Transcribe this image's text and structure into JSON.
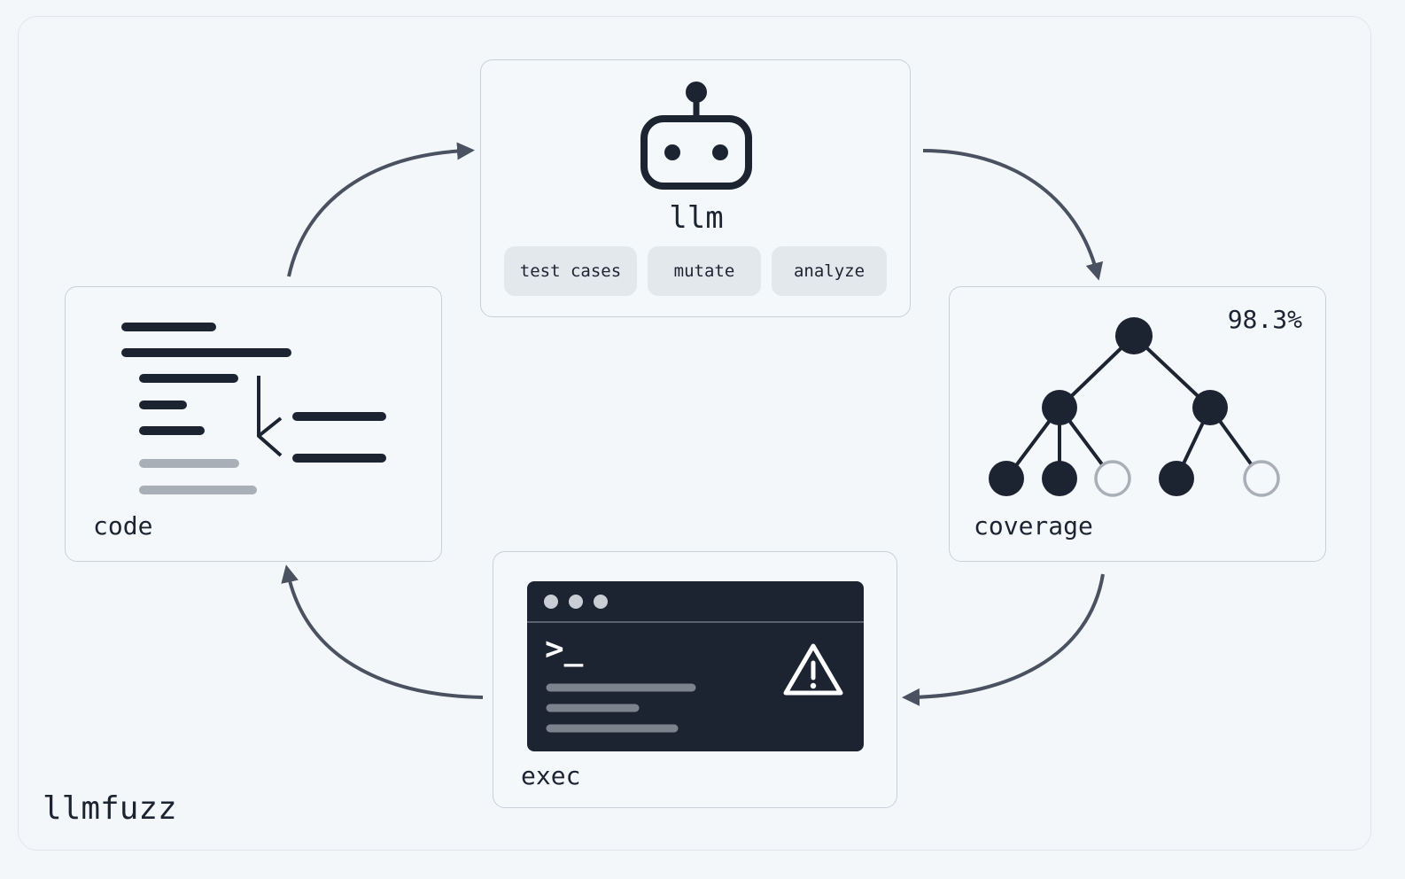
{
  "app_title": "llmfuzz",
  "llm": {
    "label": "llm",
    "chips": [
      "test cases",
      "mutate",
      "analyze"
    ]
  },
  "code": {
    "label": "code"
  },
  "coverage": {
    "label": "coverage",
    "percent": "98.3%"
  },
  "exec": {
    "label": "exec",
    "prompt": ">_"
  },
  "colors": {
    "ink": "#1c2432",
    "arrow": "#4a5261",
    "muted_line": "#a9afb7",
    "terminal_bg": "#1c2432",
    "terminal_text_line": "#7c838d"
  },
  "icons": [
    "robot-icon",
    "code-diff-icon",
    "tree-coverage-icon",
    "terminal-icon",
    "warning-icon"
  ]
}
